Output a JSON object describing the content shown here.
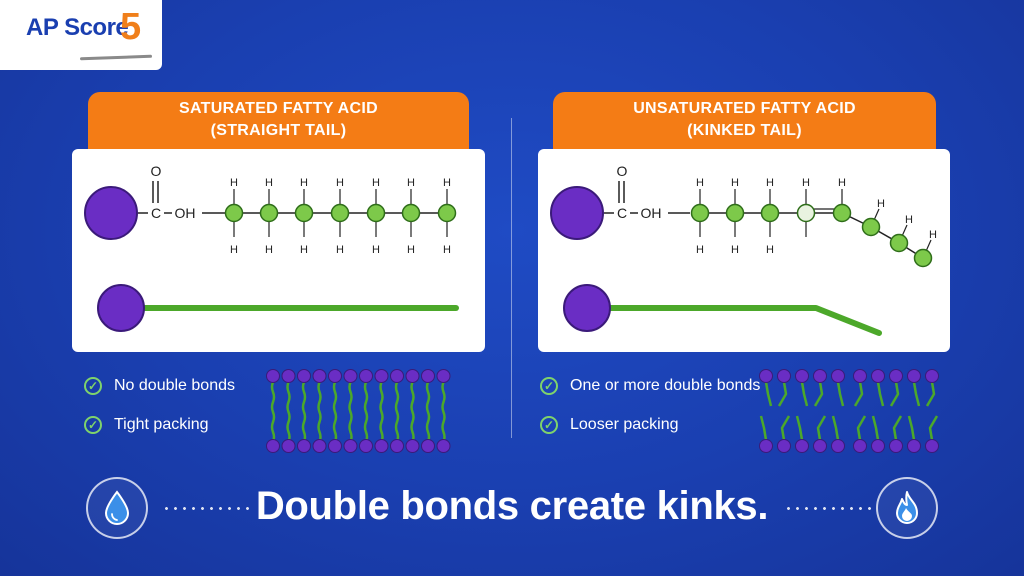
{
  "logo": {
    "text_ap": "AP Score",
    "text_5": "5"
  },
  "left": {
    "header_line1": "SATURATED FATTY ACID",
    "header_line2": "(STRAIGHT TAIL)",
    "features": [
      "No double bonds",
      "Tight packing"
    ]
  },
  "right": {
    "header_line1": "UNSATURATED FATTY ACID",
    "header_line2": "(KINKED TAIL)",
    "features": [
      "One or more double bonds",
      "Looser packing"
    ]
  },
  "molecule": {
    "carbonyl_o": "O",
    "carbon": "C",
    "oh": "OH",
    "hydrogen": "H"
  },
  "footer": {
    "caption": "Double bonds create kinks."
  },
  "icons": {
    "left": "water-drop-icon",
    "right": "flame-icon"
  },
  "colors": {
    "background": "#1a3fb0",
    "header": "#f47c15",
    "head_group": "#6a2dc4",
    "tail": "#4ca82a",
    "carbon_node": "#7dc94a",
    "check": "#7fd36b"
  }
}
